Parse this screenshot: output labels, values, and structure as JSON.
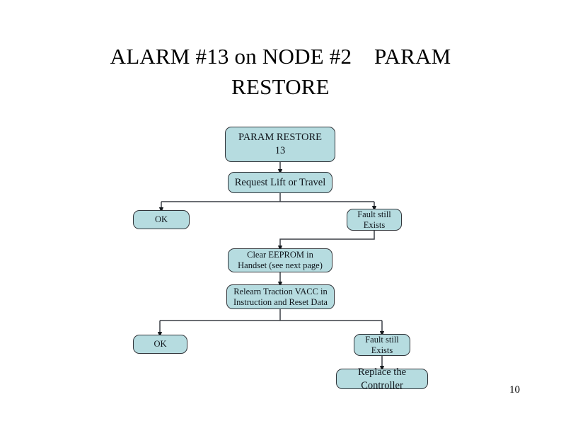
{
  "slide": {
    "title": "ALARM #13 on NODE #2    PARAM\nRESTORE",
    "page_number": "10",
    "background_color": "#ffffff",
    "node_fill_color": "#b6dce0",
    "node_border_color": "#31353a",
    "connector_color": "#3a3f45",
    "text_color": "#10161c"
  },
  "chart_data": {
    "type": "diagram",
    "title": "ALARM #13 on NODE #2    PARAM RESTORE",
    "nodes": [
      {
        "id": "param-restore",
        "label": "PARAM RESTORE\n13"
      },
      {
        "id": "request-lift",
        "label": "Request Lift or Travel"
      },
      {
        "id": "ok-1",
        "label": "OK"
      },
      {
        "id": "fault-1",
        "label": "Fault still\nExists"
      },
      {
        "id": "clear-eeprom",
        "label": "Clear EEPROM in\nHandset (see next page)"
      },
      {
        "id": "relearn-vacc",
        "label": "Relearn Traction VACC in\nInstruction and Reset Data"
      },
      {
        "id": "ok-2",
        "label": "OK"
      },
      {
        "id": "fault-2",
        "label": "Fault still\nExists"
      },
      {
        "id": "replace-ctrl",
        "label": "Replace the Controller"
      }
    ],
    "edges": [
      {
        "from": "param-restore",
        "to": "request-lift"
      },
      {
        "from": "request-lift",
        "to": "ok-1"
      },
      {
        "from": "request-lift",
        "to": "fault-1"
      },
      {
        "from": "fault-1",
        "to": "clear-eeprom"
      },
      {
        "from": "clear-eeprom",
        "to": "relearn-vacc"
      },
      {
        "from": "relearn-vacc",
        "to": "ok-2"
      },
      {
        "from": "relearn-vacc",
        "to": "fault-2"
      },
      {
        "from": "fault-2",
        "to": "replace-ctrl"
      }
    ]
  },
  "nodes": {
    "param_restore": "PARAM RESTORE\n13",
    "request_lift": "Request Lift or Travel",
    "ok_1": "OK",
    "fault_1": "Fault still\nExists",
    "clear_eeprom": "Clear EEPROM in\nHandset (see next page)",
    "relearn_vacc": "Relearn Traction VACC in\nInstruction and Reset Data",
    "ok_2": "OK",
    "fault_2": "Fault still\nExists",
    "replace_controller": "Replace the Controller"
  }
}
